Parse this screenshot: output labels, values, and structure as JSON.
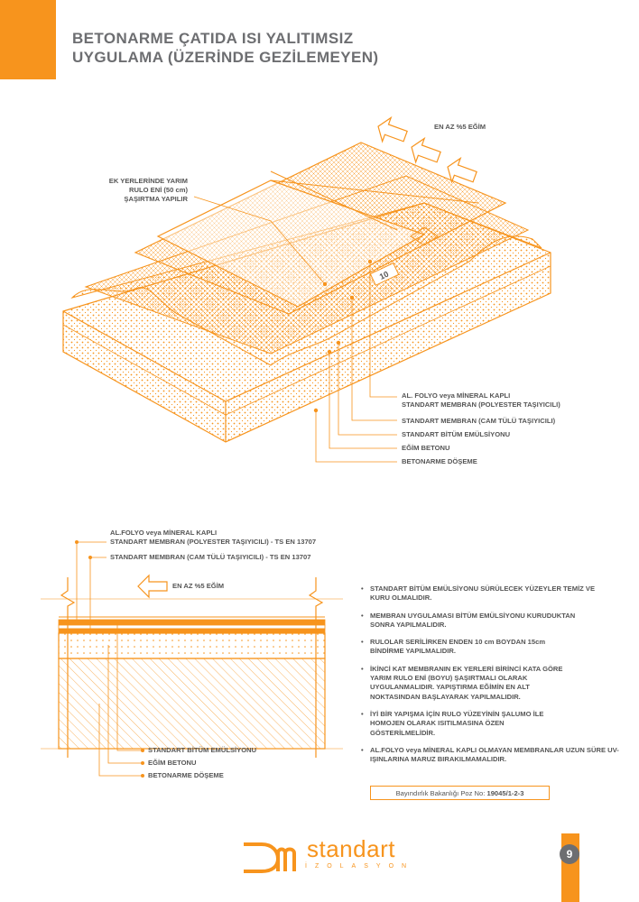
{
  "header": {
    "title_line1": "BETONARME ÇATIDA ISI YALITIMSIZ",
    "title_line2": "UYGULAMA (ÜZERİNDE GEZİLEMEYEN)"
  },
  "diagram1": {
    "slope_label": "EN AZ %5 EĞİM",
    "overlap_label": [
      "EK YERLERİNDE YARIM",
      "RULO ENİ (50 cm)",
      "ŞAŞIRTMA YAPILIR"
    ],
    "overlap_dim": "10",
    "layers": [
      "AL. FOLYO veya MİNERAL KAPLI",
      "STANDART MEMBRAN (POLYESTER TAŞIYICILI)",
      "STANDART MEMBRAN (CAM TÜLÜ TAŞIYICILI)",
      "STANDART BİTÜM EMÜLSİYONU",
      "EĞİM BETONU",
      "BETONARME DÖŞEME"
    ]
  },
  "diagram2": {
    "top_labels": [
      "AL.FOLYO veya MİNERAL KAPLI",
      "STANDART MEMBRAN (POLYESTER TAŞIYICILI) - TS EN 13707",
      "STANDART MEMBRAN (CAM TÜLÜ TAŞIYICILI) - TS EN 13707"
    ],
    "slope_label": "EN AZ %5 EĞİM",
    "bottom_labels": [
      "STANDART BİTÜM EMÜLSİYONU",
      "EĞİM BETONU",
      "BETONARME DÖŞEME"
    ]
  },
  "notes": [
    "STANDART BİTÜM EMÜLSİYONU SÜRÜLECEK YÜZEYLER TEMİZ VE KURU OLMALIDIR.",
    "MEMBRAN UYGULAMASI BİTÜM EMÜLSİYONU KURUDUKTAN SONRA YAPILMALIDIR.",
    "RULOLAR SERİLİRKEN ENDEN 10 cm BOYDAN 15cm BİNDİRME YAPILMALIDIR.",
    "İKİNCİ KAT MEMBRANIN EK YERLERİ BİRİNCİ KATA GÖRE YARIM RULO ENİ (BOYU) ŞAŞIRTMALI OLARAK UYGULANMALIDIR. YAPIŞTIRMA EĞİMİN EN ALT NOKTASINDAN BAŞLAYARAK YAPILMALIDIR.",
    "İYİ BİR YAPIŞMA İÇİN RULO YÜZEYİNİN ŞALUMO İLE HOMOJEN OLARAK ISITILMASINA ÖZEN GÖSTERİLMELİDİR.",
    "AL.FOLYO veya MİNERAL KAPLI OLMAYAN MEMBRANLAR UZUN SÜRE UV-IŞINLARINA MARUZ BIRAKILMAMALIDIR."
  ],
  "poz": {
    "prefix": "Bayındırlık Bakanlığı Poz No:",
    "number": "19045/1-2-3"
  },
  "footer": {
    "brand": "standart",
    "sub": "İZOLASYON",
    "page_number": "9"
  },
  "colors": {
    "accent": "#F7941D",
    "text": "#555555",
    "title": "#6D6E71"
  }
}
